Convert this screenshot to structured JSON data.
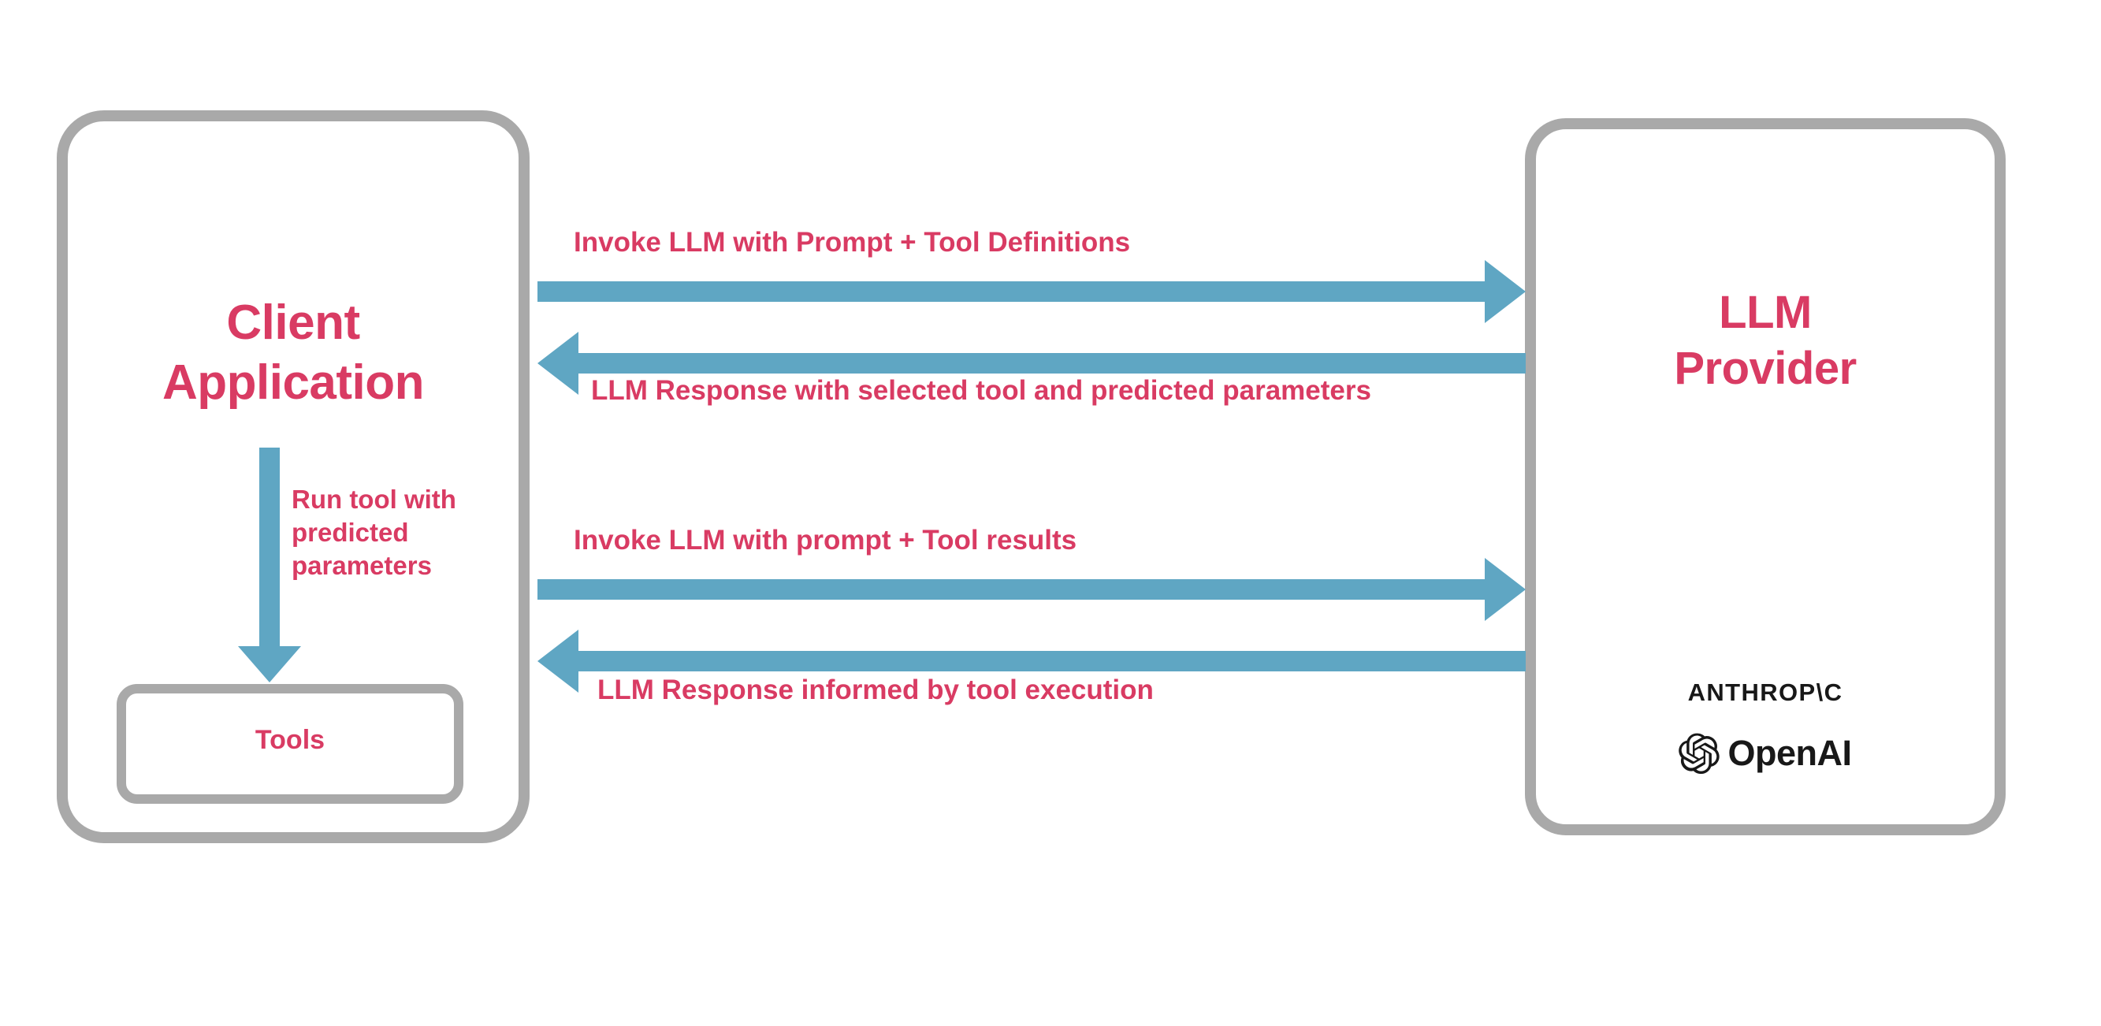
{
  "diagram": {
    "title": "LLM tool-calling sequence between client application and LLM provider",
    "colors": {
      "accent_pink": "#d93b63",
      "arrow_blue": "#5fa6c3",
      "box_gray": "#a9a9a9",
      "logo_black": "#181818",
      "background": "#ffffff"
    }
  },
  "nodes": {
    "client": {
      "title": "Client\nApplication",
      "inner": {
        "label": "Tools"
      }
    },
    "provider": {
      "title": "LLM\nProvider",
      "logos": [
        {
          "name": "anthropic-logo",
          "wordmark": "ANTHROP\\C"
        },
        {
          "name": "openai-logo",
          "wordmark": "OpenAI"
        }
      ]
    }
  },
  "edges": [
    {
      "id": "edge-1",
      "label": "Invoke LLM with Prompt + Tool Definitions",
      "direction": "client-to-provider",
      "color": "#5fa6c3"
    },
    {
      "id": "edge-2",
      "label": "LLM Response with selected tool and predicted parameters",
      "direction": "provider-to-client",
      "color": "#5fa6c3"
    },
    {
      "id": "edge-3",
      "label": "Invoke LLM with prompt + Tool results",
      "direction": "client-to-provider",
      "color": "#5fa6c3"
    },
    {
      "id": "edge-4",
      "label": "LLM Response informed by tool execution",
      "direction": "provider-to-client",
      "color": "#5fa6c3"
    },
    {
      "id": "edge-internal",
      "label": "Run tool with\npredicted\nparameters",
      "direction": "client-to-tools",
      "color": "#5fa6c3"
    }
  ]
}
